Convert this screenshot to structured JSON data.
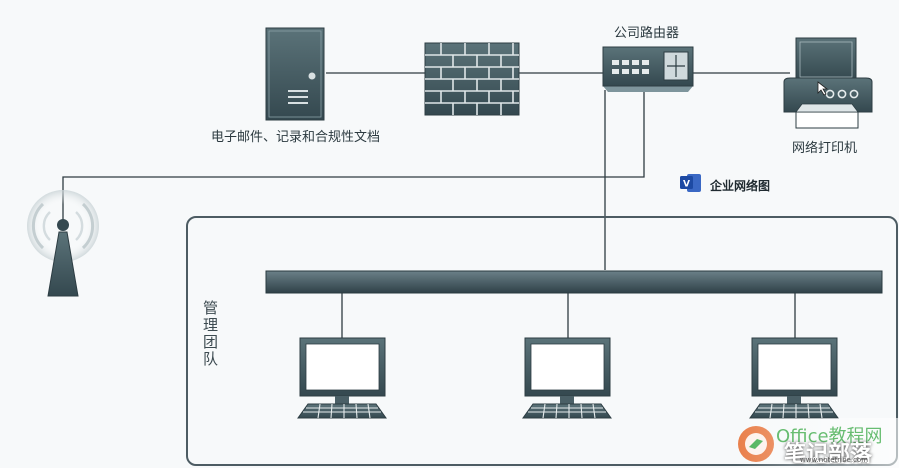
{
  "diagram": {
    "nodes": {
      "server": {
        "label": "电子邮件、记录和合规性文档",
        "icon": "server-tower-icon"
      },
      "firewall": {
        "label": "",
        "icon": "firewall-icon"
      },
      "router": {
        "label": "公司路由器",
        "icon": "router-icon"
      },
      "printer": {
        "label": "网络打印机",
        "icon": "printer-icon"
      },
      "wireless": {
        "label": "",
        "icon": "wireless-tower-icon"
      },
      "team": {
        "label": "管理团队"
      },
      "workstations": [
        {
          "icon": "computer-icon"
        },
        {
          "icon": "computer-icon"
        },
        {
          "icon": "computer-icon"
        }
      ]
    },
    "brand": {
      "text": "企业网络图",
      "icon": "visio-logo-icon"
    },
    "watermark": {
      "line1": "Office教程网",
      "line2": "笔记部落",
      "url": "www.notetribe.com"
    },
    "colors": {
      "device": "#3e555d",
      "device_light": "#8aa0a7",
      "line": "#2f3c42",
      "frame": "#4d5c63",
      "background": "#f7f9fa"
    }
  }
}
